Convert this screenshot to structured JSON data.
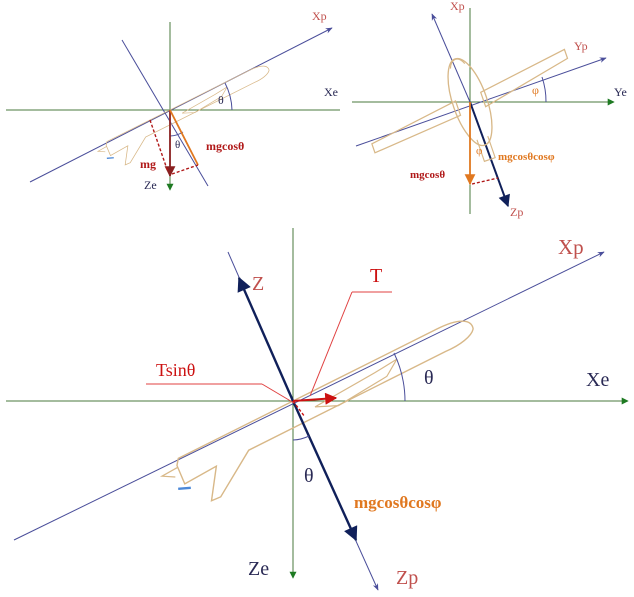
{
  "colors": {
    "earth_axis": "#4a7a3c",
    "earth_axis_arrow": "#1e7a22",
    "body_axis": "#4a4e9a",
    "body_axis_label": "#c0504d",
    "earth_label": "#2a2a55",
    "plane_outline": "#d8b888",
    "gravity": "#b01818",
    "force_component": "#e07820",
    "thrust": "#cc1111",
    "navy_vector": "#10205a",
    "tail_blue": "#4b88d8",
    "callout": "#e04040",
    "angle_arc": "#4a4e9a"
  },
  "icons": {
    "aircraft": "airplane-outline-icon",
    "arrow": "arrowhead-icon"
  },
  "panel_a": {
    "xp_label": "Xp",
    "xe_label": "Xe",
    "ze_label": "Ze",
    "theta_pitch": "θ",
    "theta_vertical": "θ",
    "mg_label": "mg",
    "mgcos_label": "mgcosθ"
  },
  "panel_b": {
    "xp_label": "Xp",
    "yp_label": "Yp",
    "ye_label": "Ye",
    "zp_label": "Zp",
    "phi_roll": "φ",
    "phi_force": "φ",
    "mgcos_label": "mgcosθ",
    "mgcoscos_label": "mgcosθcosφ"
  },
  "panel_c": {
    "xp_label": "Xp",
    "xe_label": "Xe",
    "ze_label": "Ze",
    "z_label": "Z",
    "zp_label": "Zp",
    "thrust_label": "T",
    "tsin_label": "Tsinθ",
    "theta_pitch": "θ",
    "theta_vertical": "θ",
    "mgcoscos_label": "mgcosθcosφ"
  }
}
